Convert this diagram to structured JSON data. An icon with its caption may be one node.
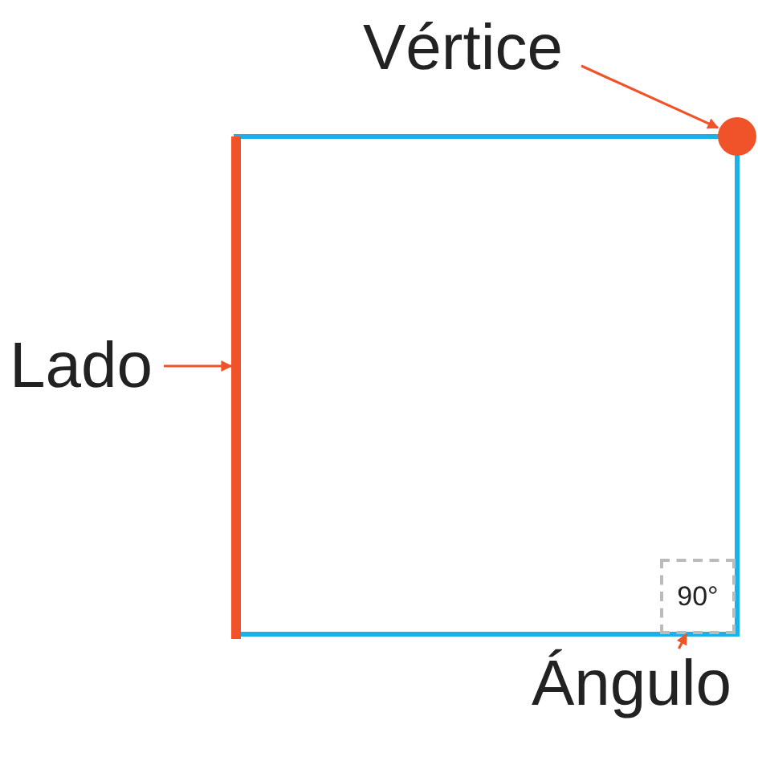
{
  "diagram": {
    "nodes": [
      {
        "text": [
          "Vértice"
        ]
      },
      {
        "text": [],
        "shape": "circle"
      },
      {
        "text": [
          "Lado"
        ]
      },
      {
        "text": [],
        "shape": "bar"
      },
      {
        "text": [
          "90°"
        ]
      },
      {
        "text": [
          "Ángulo"
        ]
      }
    ],
    "edges": [
      {
        "from": 0,
        "to": 1,
        "arrow": "to"
      },
      {
        "from": 2,
        "to": 3,
        "arrow": "to"
      },
      {
        "from": 5,
        "to": 4,
        "arrow": "to"
      }
    ]
  }
}
